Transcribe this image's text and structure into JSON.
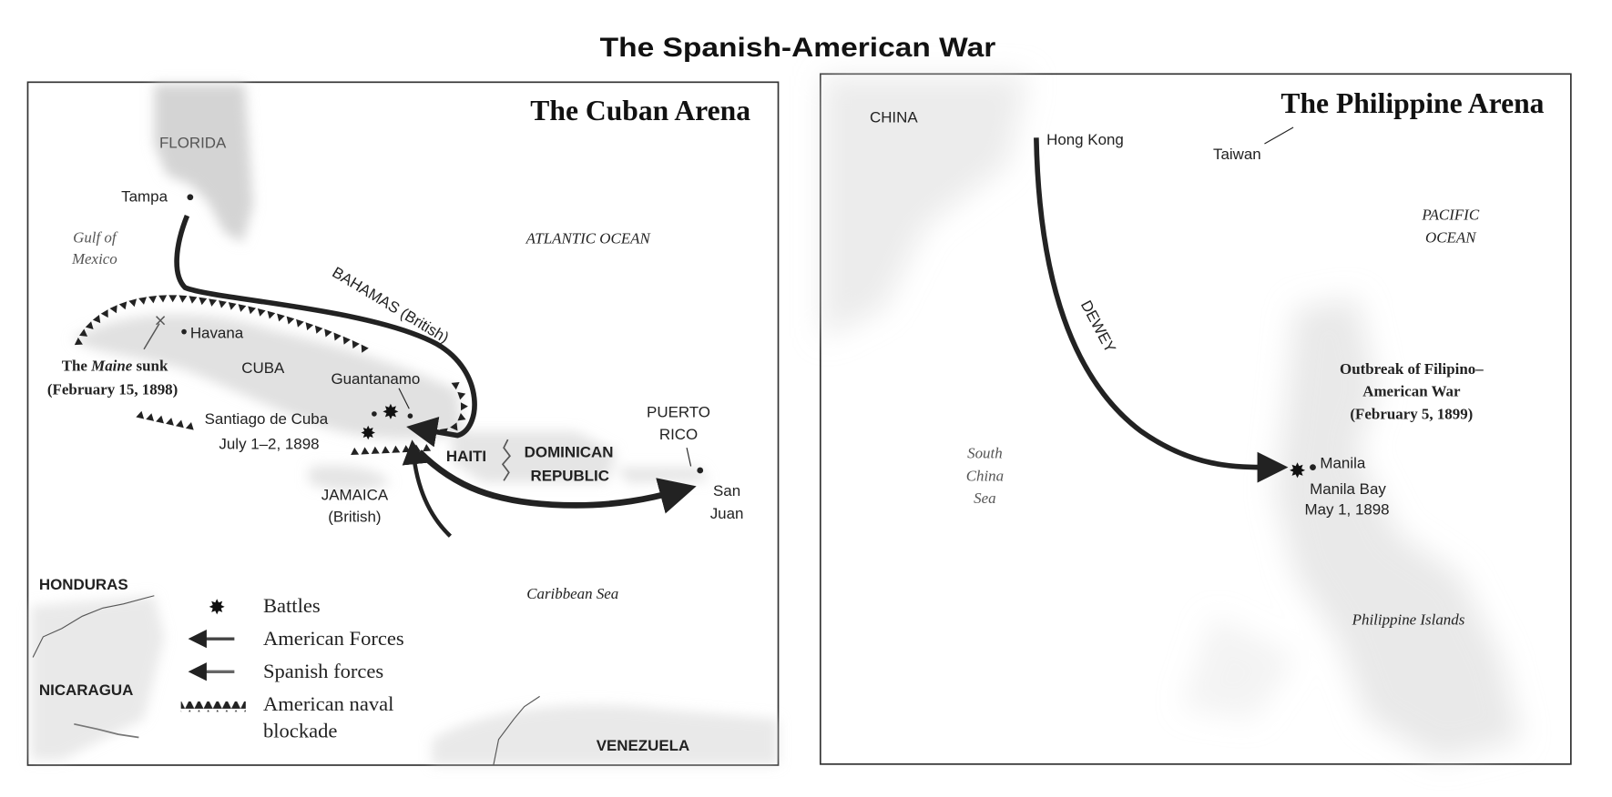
{
  "page_title": "The Spanish-American War",
  "cuban_arena": {
    "title": "The Cuban Arena",
    "places": {
      "florida": "FLORIDA",
      "tampa": "Tampa",
      "gulf_1": "Gulf of",
      "gulf_2": "Mexico",
      "atlantic": "ATLANTIC OCEAN",
      "bahamas": "BAHAMAS (British)",
      "havana": "Havana",
      "cuba": "CUBA",
      "guantanamo": "Guantanamo",
      "santiago": "Santiago de Cuba",
      "santiago_date": "July 1–2, 1898",
      "haiti": "HAITI",
      "dominican_1": "DOMINICAN",
      "dominican_2": "REPUBLIC",
      "puerto_rico_1": "PUERTO",
      "puerto_rico_2": "RICO",
      "san_juan_1": "San",
      "san_juan_2": "Juan",
      "jamaica_1": "JAMAICA",
      "jamaica_2": "(British)",
      "caribbean": "Caribbean Sea",
      "honduras": "HONDURAS",
      "nicaragua": "NICARAGUA",
      "venezuela": "VENEZUELA"
    },
    "maine": {
      "prefix": "The ",
      "ship": "Maine",
      "suffix": " sunk",
      "date": "(February 15, 1898)"
    },
    "legend": {
      "battles": "Battles",
      "american_forces": "American Forces",
      "spanish_forces": "Spanish forces",
      "blockade_1": "American naval",
      "blockade_2": "blockade"
    }
  },
  "philippine_arena": {
    "title": "The Philippine Arena",
    "places": {
      "china": "CHINA",
      "hong_kong": "Hong Kong",
      "taiwan": "Taiwan",
      "pacific_1": "PACIFIC",
      "pacific_2": "OCEAN",
      "dewey": "DEWEY",
      "manila": "Manila",
      "manila_bay": "Manila Bay",
      "manila_date": "May 1, 1898",
      "south_china_1": "South",
      "south_china_2": "China",
      "south_china_3": "Sea",
      "philippine_islands": "Philippine Islands"
    },
    "outbreak": {
      "line1": "Outbreak of Filipino–",
      "line2": "American War",
      "line3": "(February 5, 1899)"
    }
  },
  "colors": {
    "land": "#d4d4d4",
    "ink": "#222222",
    "border": "#333333"
  }
}
